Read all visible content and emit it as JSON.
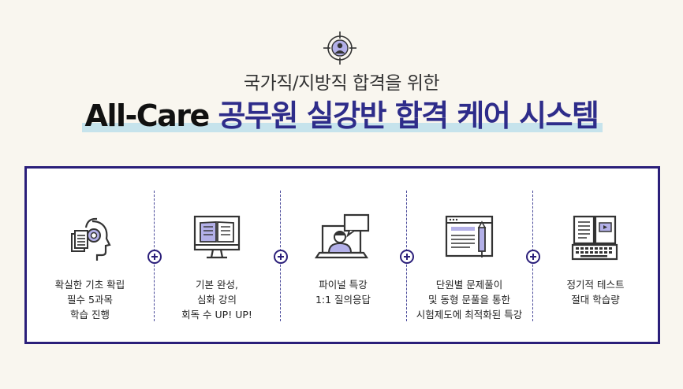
{
  "header": {
    "icon": "target-person-icon",
    "subtitle": "국가직/지방직 합격을 위한",
    "title_part1": "All-Care",
    "title_part2": "공무원 실강반 합격 케어 시스템"
  },
  "colors": {
    "accent": "#2b1f7a",
    "title_blue": "#2e2c8a",
    "highlight": "#c6e3ec",
    "icon_lavender": "#b3b0e8",
    "background": "#f9f6ef"
  },
  "steps": [
    {
      "icon": "head-headphones-doc-icon",
      "label": "확실한 기초 확립\n필수 5과목\n학습 진행"
    },
    {
      "icon": "monitor-book-icon",
      "label": "기본 완성,\n심화 강의\n회독 수 UP! UP!"
    },
    {
      "icon": "laptop-lecturer-icon",
      "label": "파이널 특강\n1:1 질의응답"
    },
    {
      "icon": "browser-pen-icon",
      "label": "단원별 문제풀이\n및 동형 문풀을 통한\n시험제도에 최적화된 특강"
    },
    {
      "icon": "book-keyboard-icon",
      "label": "정기적 테스트\n절대 학습량"
    }
  ]
}
